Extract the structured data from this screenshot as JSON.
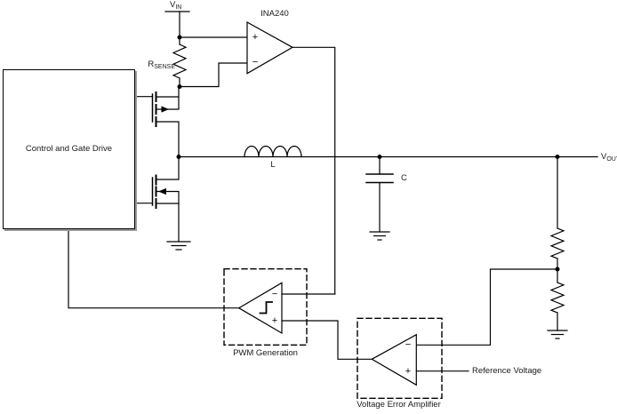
{
  "canvas": {
    "background": "#ffffff",
    "line_color": "#000000",
    "text_color": "#1a1a1a",
    "shadow_color": "#9a9a9a"
  },
  "labels": {
    "vin": {
      "main": "V",
      "sub": "IN"
    },
    "ina240": "INA240",
    "rsense": {
      "main": "R",
      "sub": "SENSE"
    },
    "control_box": "Control and Gate Drive",
    "inductor": "L",
    "capacitor": "C",
    "vout": {
      "main": "V",
      "sub": "OUT"
    },
    "pwm_block": "PWM Generation",
    "vea_block": "Voltage Error Amplifier",
    "reference": "Reference Voltage"
  },
  "pins": {
    "ina_plus": "+",
    "ina_minus": "−",
    "pwm_minus": "−",
    "pwm_plus": "+",
    "vea_minus": "−",
    "vea_plus": "+"
  }
}
